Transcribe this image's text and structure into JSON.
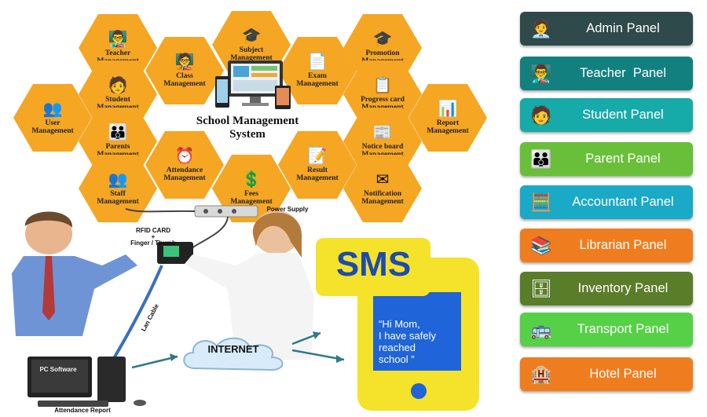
{
  "diagram": {
    "center_title": "School Management\nSystem",
    "modules": [
      {
        "label": "Teacher\nManagement",
        "icon": "teacher-icon",
        "glyph": "👨‍🏫"
      },
      {
        "label": "Subject\nManagement",
        "icon": "graduation-cap-icon",
        "glyph": "🎓"
      },
      {
        "label": "Promotion\nManagement",
        "icon": "graduate-icon",
        "glyph": "🎓"
      },
      {
        "label": "Class\nManagement",
        "icon": "classroom-icon",
        "glyph": "🧑‍🏫"
      },
      {
        "label": "Exam\nManagement",
        "icon": "exam-paper-icon",
        "glyph": "📄"
      },
      {
        "label": "Student\nManagement",
        "icon": "student-icon",
        "glyph": "🧑"
      },
      {
        "label": "Progress card\nManagement",
        "icon": "progress-card-icon",
        "glyph": "📋"
      },
      {
        "label": "User\nManagement",
        "icon": "users-icon",
        "glyph": "👥"
      },
      {
        "label": "Report\nManagement",
        "icon": "report-icon",
        "glyph": "📊"
      },
      {
        "label": "Parents\nManagement",
        "icon": "parents-icon",
        "glyph": "👪"
      },
      {
        "label": "Notice board\nManagement",
        "icon": "notice-board-icon",
        "glyph": "📰"
      },
      {
        "label": "Attendance\nManagement",
        "icon": "attendance-clock-icon",
        "glyph": "⏰"
      },
      {
        "label": "Result\nManagement",
        "icon": "result-icon",
        "glyph": "📝"
      },
      {
        "label": "Staff\nManagement",
        "icon": "staff-icon",
        "glyph": "👥"
      },
      {
        "label": "Fees\nManagement",
        "icon": "fees-dollar-icon",
        "glyph": "💲"
      },
      {
        "label": "Notification\nManagement",
        "icon": "notification-envelope-icon",
        "glyph": "✉"
      }
    ]
  },
  "illustration": {
    "power_supply": "Power Supply",
    "rfid_card": "RFID CARD\n+\nFinger / Thumb",
    "lan_cable": "Lan Cable",
    "pc_software": "PC Software",
    "attendance_report": "Attendance Report",
    "internet": "INTERNET",
    "sms_label": "SMS",
    "sms_message": "“Hi Mom,\nI have safely\nreached\nschool ”"
  },
  "panels": [
    {
      "label": "Admin Panel",
      "color": "#2e4a4a",
      "icon": "admin-icon",
      "glyph": "🧑‍💼"
    },
    {
      "label": "Teacher  Panel",
      "color": "#12807f",
      "icon": "teacher-icon",
      "glyph": "👨‍🏫"
    },
    {
      "label": "Student Panel",
      "color": "#16aaa8",
      "icon": "student-icon",
      "glyph": "🧑"
    },
    {
      "label": "Parent Panel",
      "color": "#69bf3a",
      "icon": "parents-icon",
      "glyph": "👪"
    },
    {
      "label": "Accountant Panel",
      "color": "#1aa9c6",
      "icon": "accountant-icon",
      "glyph": "🧮"
    },
    {
      "label": "Librarian Panel",
      "color": "#ef7d1f",
      "icon": "librarian-icon",
      "glyph": "📚"
    },
    {
      "label": "Inventory Panel",
      "color": "#5a7d2a",
      "icon": "inventory-icon",
      "glyph": "🗄"
    },
    {
      "label": "Transport Panel",
      "color": "#56d046",
      "icon": "bus-icon",
      "glyph": "🚌"
    },
    {
      "label": "Hotel Panel",
      "color": "#ef7d1f",
      "icon": "hotel-building-icon",
      "glyph": "🏨"
    }
  ]
}
